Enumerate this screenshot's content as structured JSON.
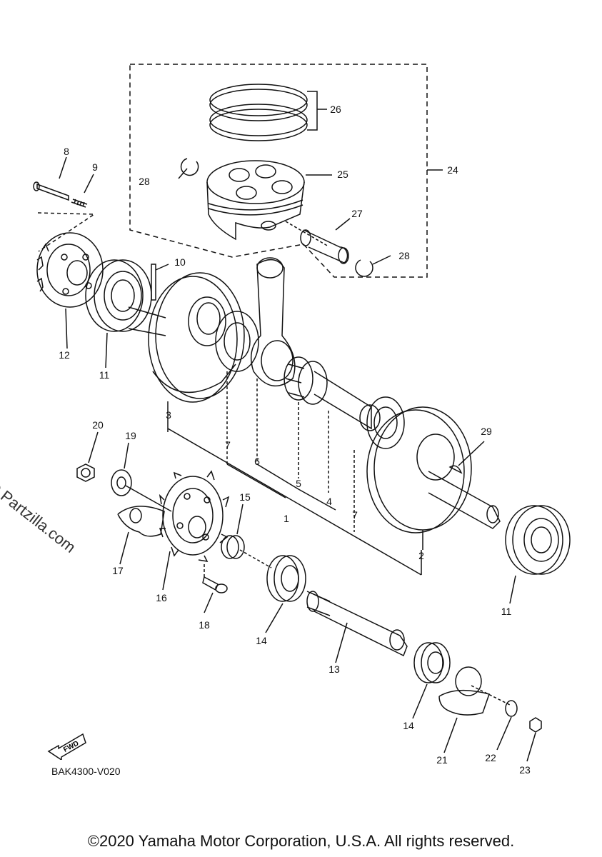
{
  "callouts": [
    "1",
    "2",
    "3",
    "4",
    "5",
    "6",
    "7",
    "7",
    "8",
    "9",
    "10",
    "11",
    "11",
    "12",
    "13",
    "14",
    "14",
    "15",
    "16",
    "17",
    "18",
    "19",
    "20",
    "21",
    "22",
    "23",
    "24",
    "25",
    "26",
    "27",
    "28",
    "28",
    "29"
  ],
  "diagram_code": "BAK4300-V020",
  "fwd_label": "FWD",
  "watermark": "© Partzilla.com",
  "copyright": "©2020 Yamaha Motor Corporation, U.S.A. All rights reserved."
}
